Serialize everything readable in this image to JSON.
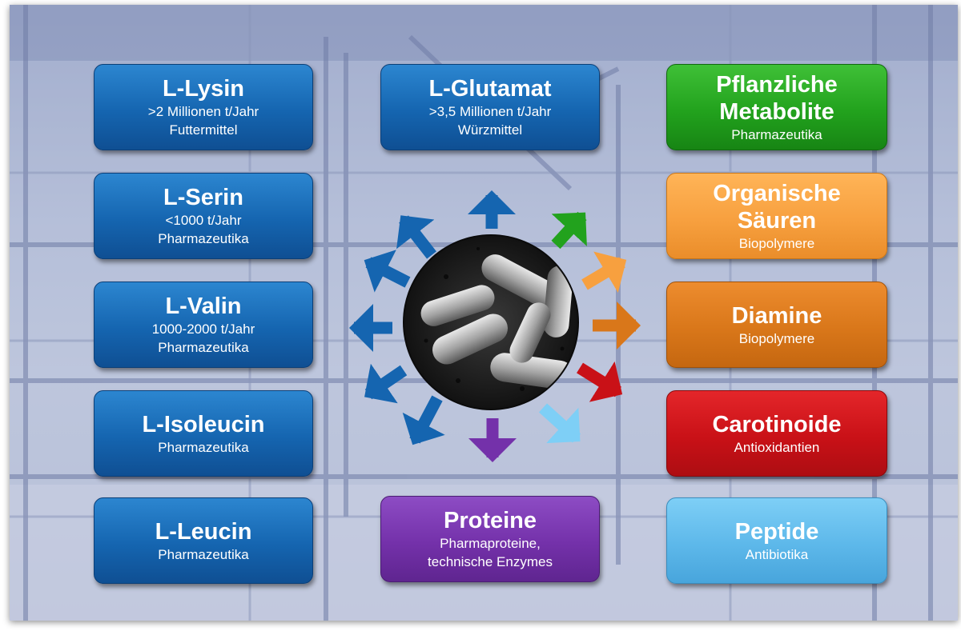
{
  "boxes": {
    "lysin": {
      "title": "L-Lysin",
      "lines": [
        ">2 Millionen t/Jahr",
        "Futtermittel"
      ]
    },
    "glutamat": {
      "title": "L-Glutamat",
      "lines": [
        ">3,5 Millionen t/Jahr",
        "Würzmittel"
      ]
    },
    "pflanzliche": {
      "title_lines": [
        "Pflanzliche",
        "Metabolite"
      ],
      "lines": [
        "Pharmazeutika"
      ]
    },
    "serin": {
      "title": "L-Serin",
      "lines": [
        "<1000 t/Jahr",
        "Pharmazeutika"
      ]
    },
    "organische": {
      "title_lines": [
        "Organische",
        "Säuren"
      ],
      "lines": [
        "Biopolymere"
      ]
    },
    "valin": {
      "title": "L-Valin",
      "lines": [
        "1000-2000 t/Jahr",
        "Pharmazeutika"
      ]
    },
    "diamine": {
      "title": "Diamine",
      "lines": [
        "Biopolymere"
      ]
    },
    "isoleucin": {
      "title": "L-Isoleucin",
      "lines": [
        "Pharmazeutika"
      ]
    },
    "carotinoide": {
      "title": "Carotinoide",
      "lines": [
        "Antioxidantien"
      ]
    },
    "leucin": {
      "title": "L-Leucin",
      "lines": [
        "Pharmazeutika"
      ]
    },
    "proteine": {
      "title": "Proteine",
      "lines": [
        "Pharmaproteine,",
        "technische Enzymes"
      ]
    },
    "peptide": {
      "title": "Peptide",
      "lines": [
        "Antibiotika"
      ]
    }
  },
  "colors": {
    "amino_acid_blue": "#1565b0",
    "plant_green": "#22a21d",
    "acid_orange": "#f7a03f",
    "diamine_orange": "#d9771a",
    "carotinoid_red": "#c91117",
    "protein_purple": "#7431aa",
    "peptide_light_blue": "#5db8ea"
  },
  "center_image": "bacteria-micrograph"
}
